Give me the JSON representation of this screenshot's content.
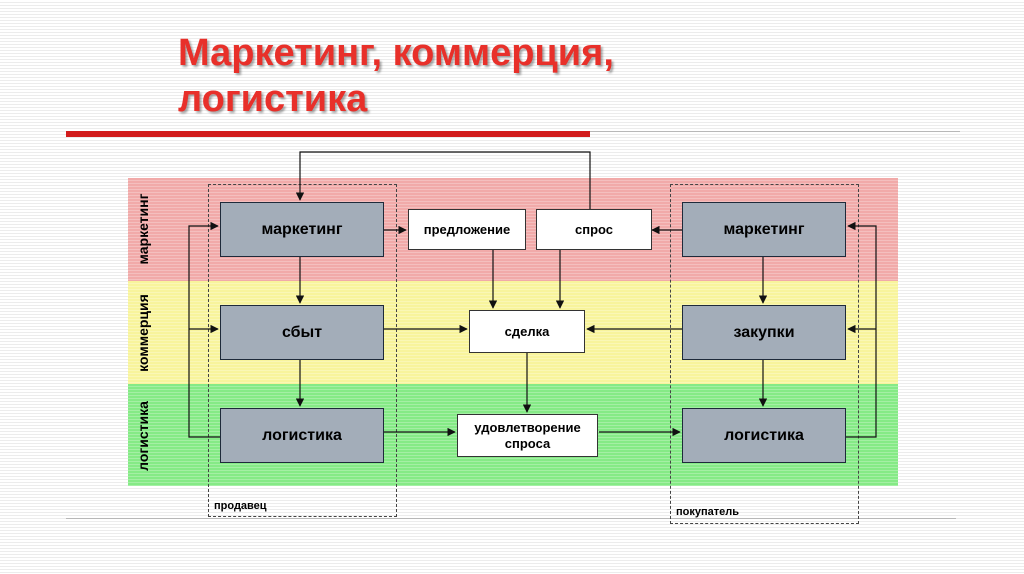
{
  "title": {
    "line1": "Маркетинг, коммерция,",
    "line2": "логистика"
  },
  "accent_color": "#e8302a",
  "bands": [
    {
      "label": "маркетинг",
      "color": "#f1aaa9"
    },
    {
      "label": "коммерция",
      "color": "#f8f49c"
    },
    {
      "label": "логистика",
      "color": "#85ea86"
    }
  ],
  "seller": {
    "label": "продавец",
    "boxes": [
      "маркетинг",
      "сбыт",
      "логистика"
    ]
  },
  "buyer": {
    "label": "покупатель",
    "boxes": [
      "маркетинг",
      "закупки",
      "логистика"
    ]
  },
  "center": {
    "offer": "предложение",
    "demand": "спрос",
    "deal": "сделка",
    "satisfaction_line1": "удовлетворение",
    "satisfaction_line2": "спроса"
  }
}
